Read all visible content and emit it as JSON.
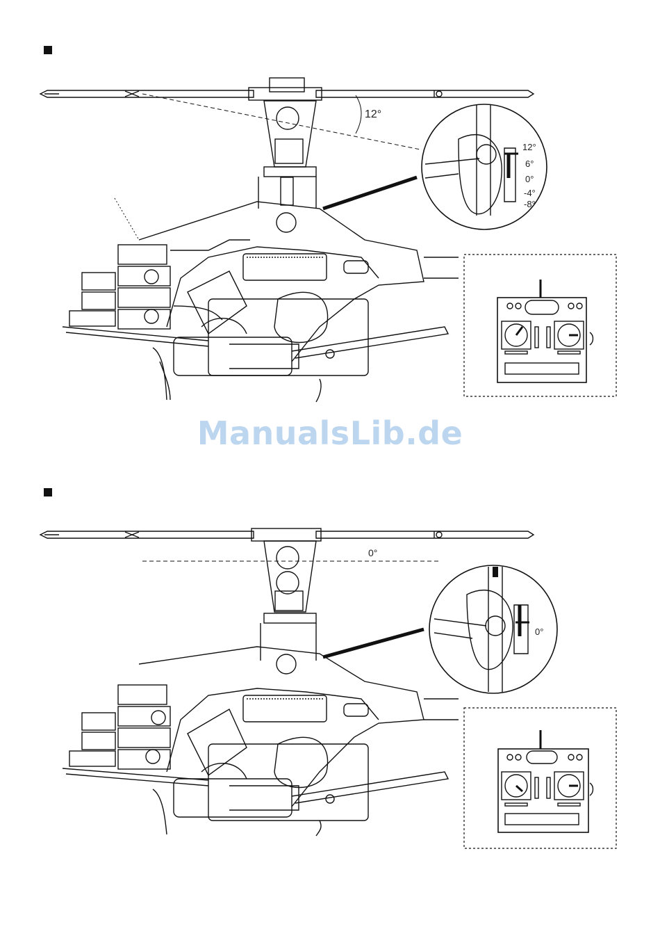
{
  "sections": [
    {
      "pitch_angle_label": "12°",
      "gauge_scale": [
        "12°",
        "6°",
        "0°",
        "-4°",
        "-8°"
      ]
    },
    {
      "pitch_angle_label": "0°",
      "gauge_scale": [
        "0°"
      ]
    }
  ],
  "watermark": "ManualsLib.de",
  "colors": {
    "ink": "#111111",
    "watermark": "#bcd6f0"
  }
}
